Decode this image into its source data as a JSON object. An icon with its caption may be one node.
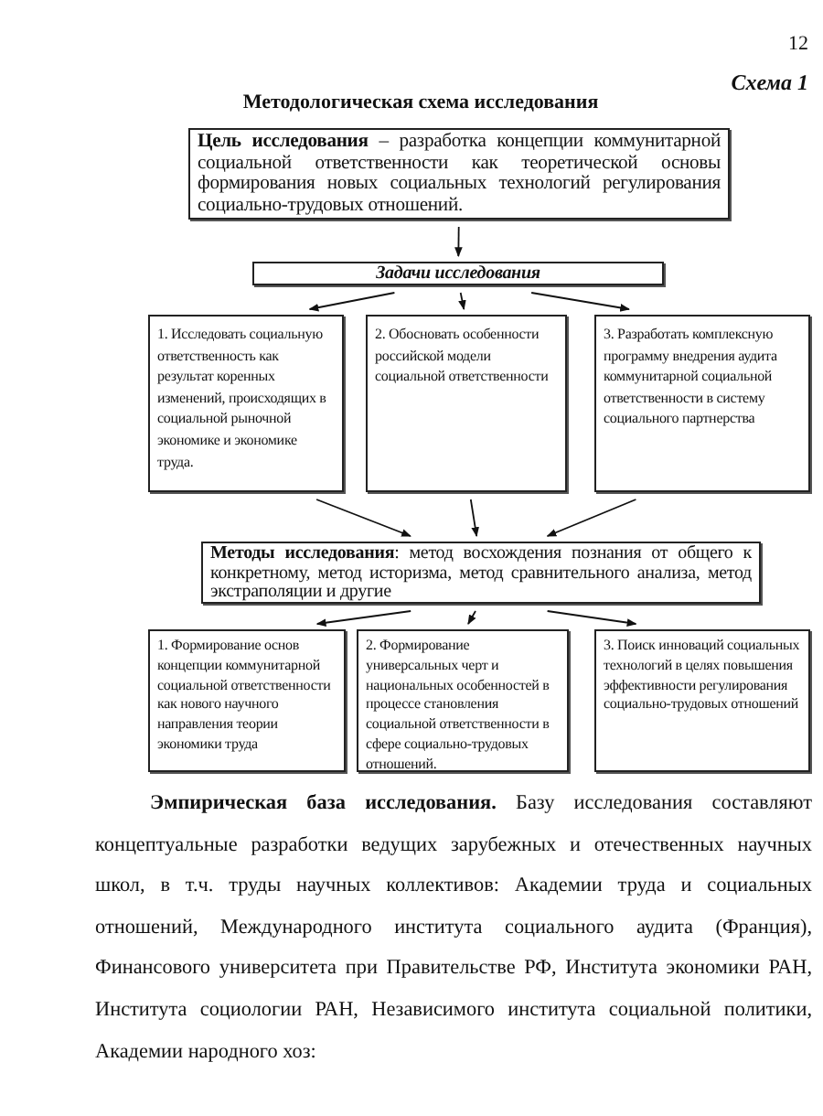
{
  "diagram": {
    "title": "Методологическая схема исследования",
    "nodes": [
      {
        "text": [
          "**Цель исследования** – разработка концепции коммунитарной социальной ответственности как теоретической основы формирования новых социальных технологий регулирования социально-трудовых отношений."
        ]
      },
      {
        "text": [
          "Задачи исследования"
        ]
      },
      {
        "text": [
          "1. Исследовать социальную ответственность как результат коренных изменений, происходящих в социальной рыночной экономике и экономике труда."
        ]
      },
      {
        "text": [
          "2. Обосновать особенности российской модели социальной ответственности"
        ]
      },
      {
        "text": [
          "3. Разработать комплексную программу внедрения аудита коммунитарной социальной ответственности в систему социального партнерства"
        ]
      },
      {
        "text": [
          "**Методы исследования**: метод восхождения познания от общего к конкретному, метод историзма, метод сравнительного анализа, метод экстраполяции и другие"
        ]
      },
      {
        "text": [
          "1. Формирование основ концепции коммунитарной социальной ответственности как нового научного направления теории экономики труда"
        ]
      },
      {
        "text": [
          "2. Формирование универсальных черт и национальных особенностей в процессе становления социальной ответственности в сфере социально-трудовых отношений."
        ]
      },
      {
        "text": [
          "3. Поиск инноваций социальных технологий в целях повышения эффективности регулирования социально-трудовых отношений"
        ]
      }
    ],
    "edges": [
      {
        "from": 0,
        "to": 1,
        "arrow": "to"
      },
      {
        "from": 1,
        "to": 2,
        "arrow": "to"
      },
      {
        "from": 1,
        "to": 3,
        "arrow": "to"
      },
      {
        "from": 1,
        "to": 4,
        "arrow": "to"
      },
      {
        "from": 2,
        "to": 5,
        "arrow": "to"
      },
      {
        "from": 3,
        "to": 5,
        "arrow": "to"
      },
      {
        "from": 4,
        "to": 5,
        "arrow": "to"
      },
      {
        "from": 5,
        "to": 6,
        "arrow": "to"
      },
      {
        "from": 5,
        "to": 7,
        "arrow": "to"
      },
      {
        "from": 5,
        "to": 8,
        "arrow": "to"
      }
    ],
    "labels": [
      "12",
      "Схема 1",
      "**Эмпирическая база исследования.** Базу исследования составляют концептуальные разработки ведущих зарубежных и отечественных научных школ, в т.ч. труды научных коллективов: Академии труда и социальных отношений, Международного института социального аудита (Франция), Финансового университета при Правительстве РФ, Института экономики РАН, Института социологии РАН, Независимого института социальной политики, Академии народного хоз:"
    ]
  }
}
